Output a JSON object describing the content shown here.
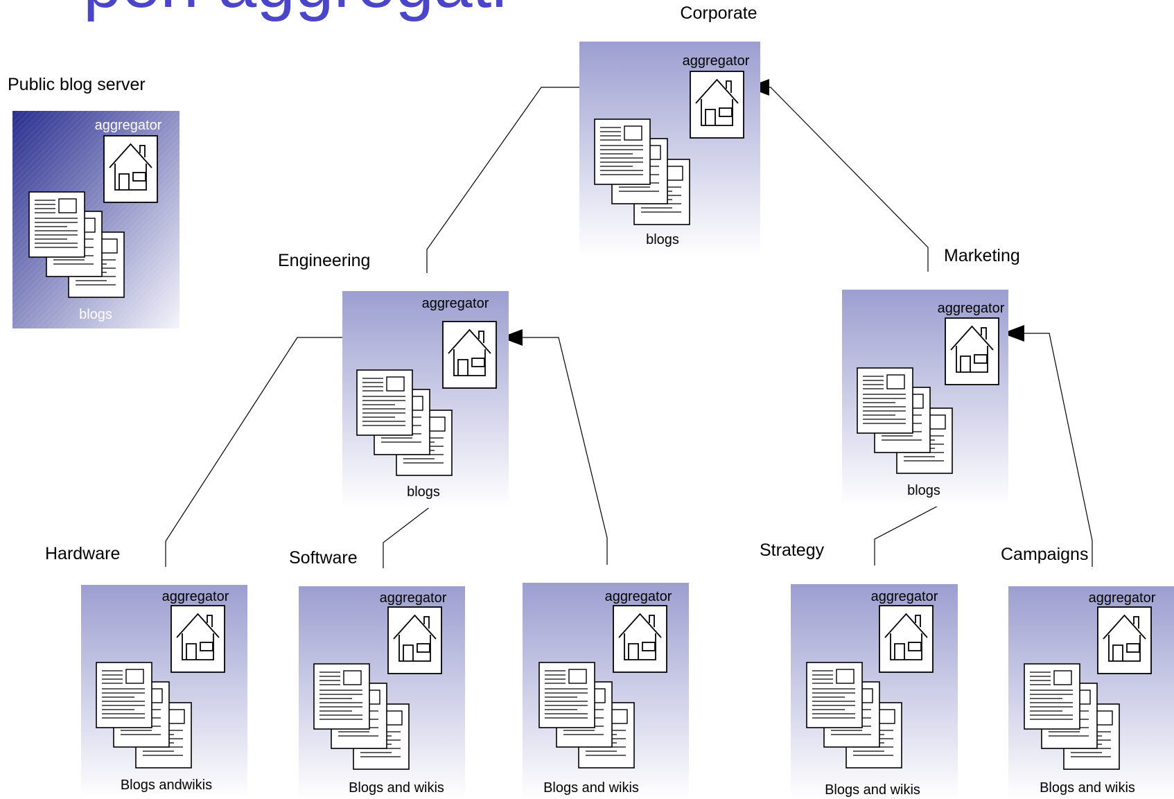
{
  "title": "pen aggregati",
  "nodes": {
    "public": {
      "group_label": "Public blog server",
      "aggregator_label": "aggregator",
      "content_label": "blogs",
      "icon": "house-icon",
      "content_icon": "document-stack-icon"
    },
    "corporate": {
      "group_label": "Corporate",
      "aggregator_label": "aggregator",
      "content_label": "blogs",
      "icon": "house-icon",
      "content_icon": "document-stack-icon"
    },
    "engineering": {
      "group_label": "Engineering",
      "aggregator_label": "aggregator",
      "content_label": "blogs",
      "icon": "house-icon",
      "content_icon": "document-stack-icon"
    },
    "marketing": {
      "group_label": "Marketing",
      "aggregator_label": "aggregator",
      "content_label": "blogs",
      "icon": "house-icon",
      "content_icon": "document-stack-icon"
    },
    "hardware": {
      "group_label": "Hardware",
      "aggregator_label": "aggregator",
      "content_label": "Blogs andwikis",
      "icon": "house-icon",
      "content_icon": "document-stack-icon"
    },
    "software": {
      "group_label": "Software",
      "aggregator_label": "aggregator",
      "content_label": "Blogs and wikis",
      "icon": "house-icon",
      "content_icon": "document-stack-icon"
    },
    "engineering_third": {
      "group_label": "",
      "aggregator_label": "aggregator",
      "content_label": "Blogs and wikis",
      "icon": "house-icon",
      "content_icon": "document-stack-icon"
    },
    "strategy": {
      "group_label": "Strategy",
      "aggregator_label": "aggregator",
      "content_label": "Blogs and wikis",
      "icon": "house-icon",
      "content_icon": "document-stack-icon"
    },
    "campaigns": {
      "group_label": "Campaigns",
      "aggregator_label": "aggregator",
      "content_label": "Blogs and wikis",
      "icon": "house-icon",
      "content_icon": "document-stack-icon"
    }
  },
  "edges": [
    {
      "from": "engineering",
      "to": "corporate"
    },
    {
      "from": "marketing",
      "to": "corporate"
    },
    {
      "from": "hardware",
      "to": "engineering"
    },
    {
      "from": "software",
      "to": "engineering"
    },
    {
      "from": "engineering_third",
      "to": "engineering"
    },
    {
      "from": "strategy",
      "to": "marketing"
    },
    {
      "from": "campaigns",
      "to": "marketing"
    }
  ],
  "colors": {
    "title": "#4b46c9",
    "panel_top": "#9c9ed0",
    "panel_bottom": "#ffffff",
    "public_panel_top": "#2a2f8f",
    "public_panel_bottom": "#f4f4fb",
    "line": "#000000"
  }
}
